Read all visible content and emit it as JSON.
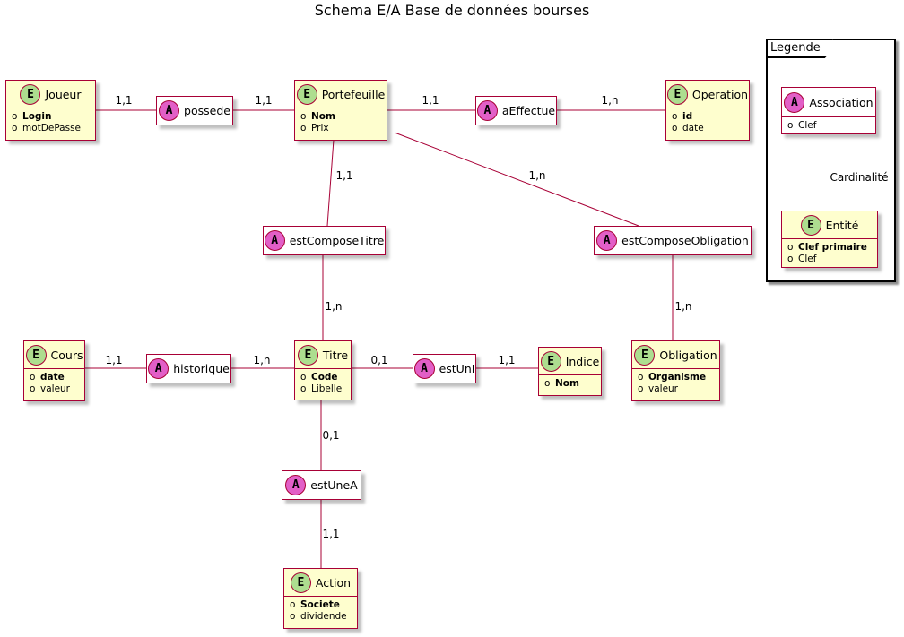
{
  "diagram": {
    "title": "Schema E/A Base de données bourses"
  },
  "legend": {
    "title": "Legende",
    "association": {
      "name": "Association",
      "attrs": [
        {
          "name": "Clef",
          "pk": false
        }
      ]
    },
    "entity": {
      "name": "Entité",
      "attrs": [
        {
          "name": "Clef primaire",
          "pk": true
        },
        {
          "name": "Clef",
          "pk": false
        }
      ]
    },
    "edge_label": "Cardinalité"
  },
  "entities": {
    "joueur": {
      "name": "Joueur",
      "attrs": [
        {
          "name": "Login",
          "pk": true
        },
        {
          "name": "motDePasse",
          "pk": false
        }
      ]
    },
    "portefeuille": {
      "name": "Portefeuille",
      "attrs": [
        {
          "name": "Nom",
          "pk": true
        },
        {
          "name": "Prix",
          "pk": false
        }
      ]
    },
    "operation": {
      "name": "Operation",
      "attrs": [
        {
          "name": "id",
          "pk": true
        },
        {
          "name": "date",
          "pk": false
        }
      ]
    },
    "cours": {
      "name": "Cours",
      "attrs": [
        {
          "name": "date",
          "pk": true
        },
        {
          "name": "valeur",
          "pk": false
        }
      ]
    },
    "titre": {
      "name": "Titre",
      "attrs": [
        {
          "name": "Code",
          "pk": true
        },
        {
          "name": "Libelle",
          "pk": false
        }
      ]
    },
    "indice": {
      "name": "Indice",
      "attrs": [
        {
          "name": "Nom",
          "pk": true
        }
      ]
    },
    "obligation": {
      "name": "Obligation",
      "attrs": [
        {
          "name": "Organisme",
          "pk": true
        },
        {
          "name": "valeur",
          "pk": false
        }
      ]
    },
    "action": {
      "name": "Action",
      "attrs": [
        {
          "name": "Societe",
          "pk": true
        },
        {
          "name": "dividende",
          "pk": false
        }
      ]
    }
  },
  "associations": {
    "possede": {
      "name": "possede"
    },
    "aeffectue": {
      "name": "aEffectue"
    },
    "estcomposetitre": {
      "name": "estComposeTitre"
    },
    "estcomposeobligation": {
      "name": "estComposeObligation"
    },
    "historique": {
      "name": "historique"
    },
    "estuni": {
      "name": "estUnI"
    },
    "estunea": {
      "name": "estUneA"
    }
  },
  "cardinalities": {
    "joueur_possede": "1,1",
    "possede_portefeuille": "1,1",
    "portefeuille_aeffectue": "1,1",
    "aeffectue_operation": "1,n",
    "portefeuille_estcomposetitre": "1,1",
    "portefeuille_estcomposeobligation": "1,n",
    "estcomposetitre_titre": "1,n",
    "estcomposeobligation_obligation": "1,n",
    "cours_historique": "1,1",
    "historique_titre": "1,n",
    "titre_estuni": "0,1",
    "estuni_indice": "1,1",
    "titre_estunea": "0,1",
    "estunea_action": "1,1"
  },
  "colors": {
    "border": "#a80036",
    "entity_fill": "#fefece",
    "entity_badge": "#addd8f",
    "association_badge": "#e25fc7"
  }
}
